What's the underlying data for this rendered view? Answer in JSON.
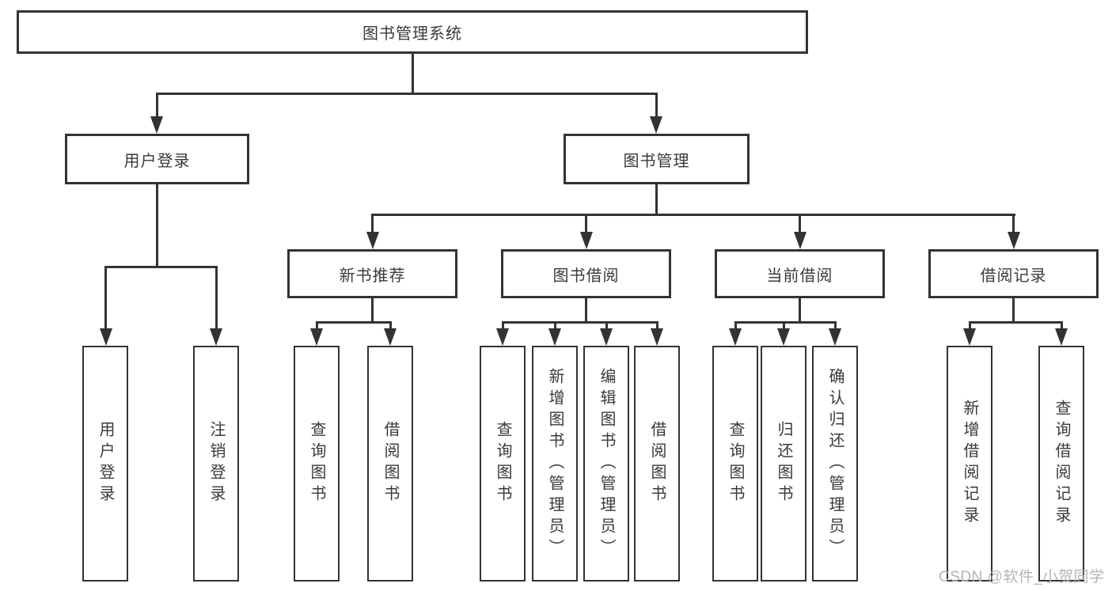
{
  "diagram": {
    "root": {
      "label": "图书管理系统"
    },
    "branches": {
      "user_login": {
        "label": "用户登录",
        "children": [
          {
            "label": "用户登录"
          },
          {
            "label": "注销登录"
          }
        ]
      },
      "book_management": {
        "label": "图书管理",
        "children": [
          {
            "label": "新书推荐",
            "children": [
              {
                "label": "查询图书"
              },
              {
                "label": "借阅图书"
              }
            ]
          },
          {
            "label": "图书借阅",
            "children": [
              {
                "label": "查询图书"
              },
              {
                "label": "新增图书（管理员）"
              },
              {
                "label": "编辑图书（管理员）"
              },
              {
                "label": "借阅图书"
              }
            ]
          },
          {
            "label": "当前借阅",
            "children": [
              {
                "label": "查询图书"
              },
              {
                "label": "归还图书"
              },
              {
                "label": "确认归还（管理员）"
              }
            ]
          },
          {
            "label": "借阅记录",
            "children": [
              {
                "label": "新增借阅记录"
              },
              {
                "label": "查询借阅记录"
              }
            ]
          }
        ]
      }
    }
  },
  "watermark": {
    "text": "CSDN @软件_小贺同学"
  },
  "colors": {
    "line": "#333333",
    "text": "#3a3a3a",
    "watermark": "#b5b5b5",
    "background": "#ffffff"
  }
}
